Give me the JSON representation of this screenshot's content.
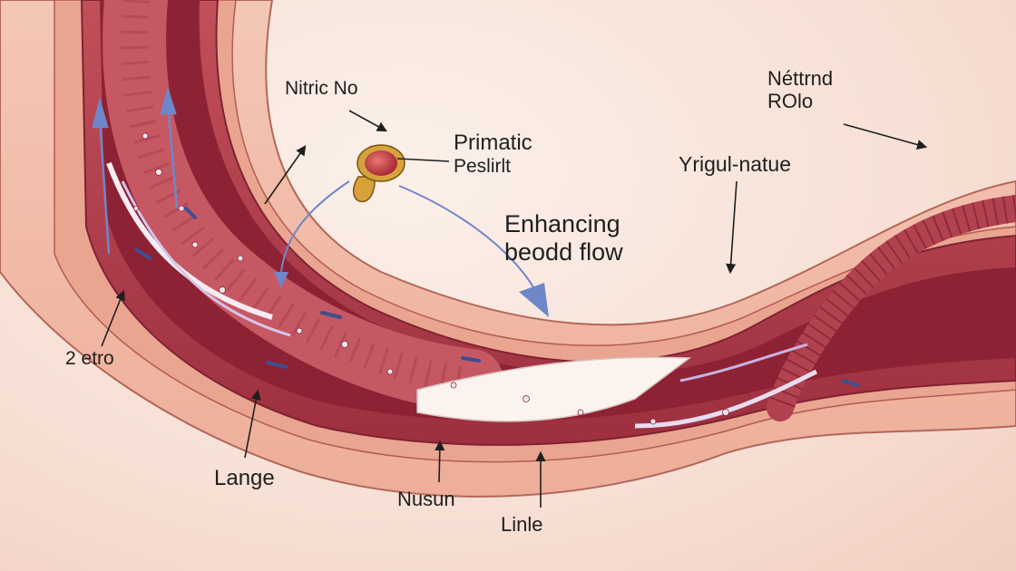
{
  "labels": {
    "nitric": "Nitric No",
    "primatic_line1": "Primatic",
    "primatic_line2": "Peslirlt",
    "nettrnd_line1": "Néttrnd",
    "nettrnd_line2": "ROlo",
    "yrigul": "Yrigul-natue",
    "enhancing_line1": "Enhancing",
    "enhancing_line2": "beodd flow",
    "etro": "2 etro",
    "lange": "Lange",
    "nusun": "Nusun",
    "linle": "Linle"
  },
  "colors": {
    "background": "#f7e0d5",
    "tissue_outer": "#f2b9a6",
    "tissue_inner": "#e9a08c",
    "vessel_wall": "#b5404e",
    "vessel_lumen": "#8e2436",
    "plaque": "#fbf4ee",
    "flow_arrow": "#6f87c9",
    "valve_bulb": "#c94a4a",
    "valve_gold": "#d7a23c",
    "text": "#1f1f1f"
  }
}
